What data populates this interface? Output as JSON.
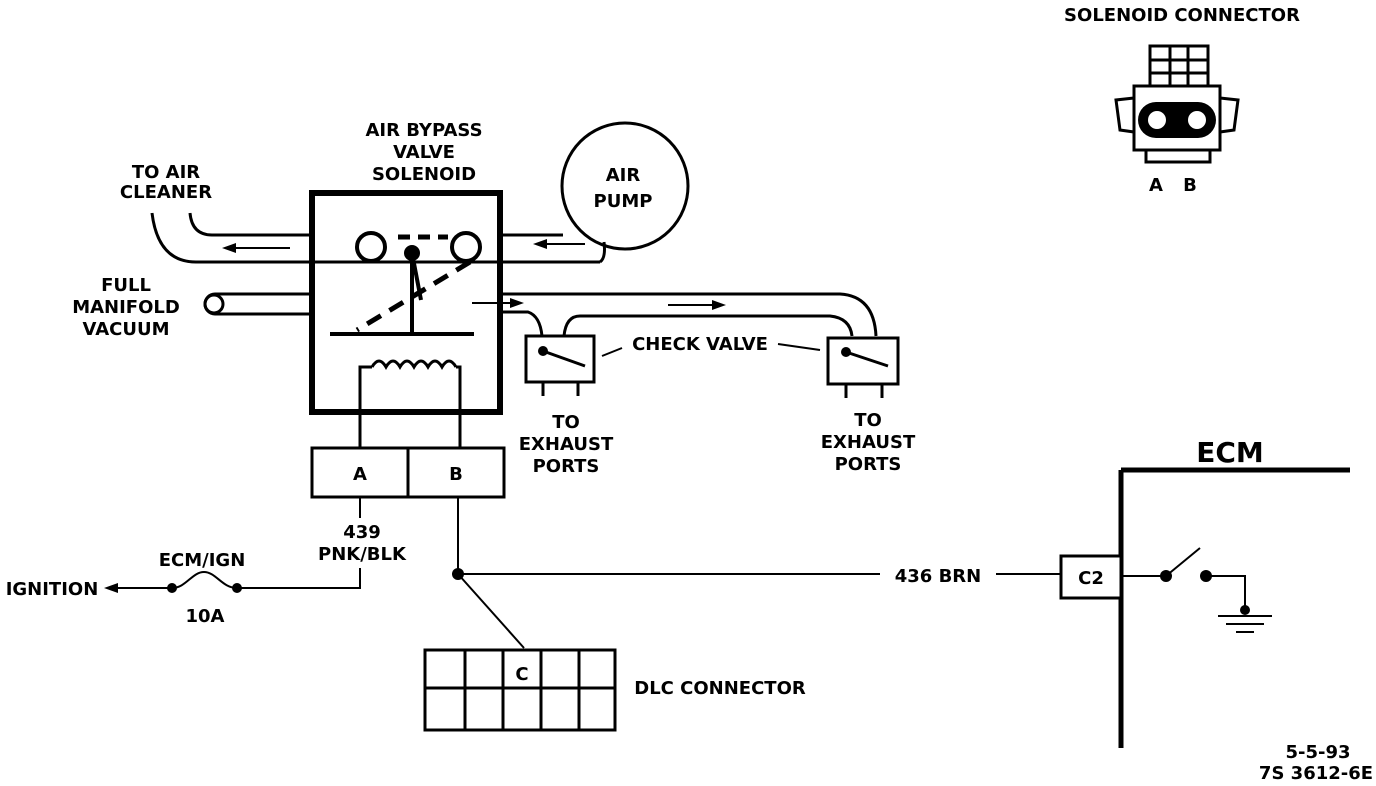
{
  "labels": {
    "solenoid_title": [
      "AIR BYPASS",
      "VALVE",
      "SOLENOID"
    ],
    "to_air_cleaner": [
      "TO AIR",
      "CLEANER"
    ],
    "full_manifold_vacuum": [
      "FULL",
      "MANIFOLD",
      "VACUUM"
    ],
    "air_pump": [
      "AIR",
      "PUMP"
    ],
    "check_valve": "CHECK  VALVE",
    "to_exhaust_ports_left": [
      "TO",
      "EXHAUST",
      "PORTS"
    ],
    "to_exhaust_ports_right": [
      "TO",
      "EXHAUST",
      "PORTS"
    ],
    "terminal_a": "A",
    "terminal_b": "B",
    "wire_439": [
      "439",
      "PNK/BLK"
    ],
    "fuse_name": "ECM/IGN",
    "fuse_rating": "10A",
    "ignition": "IGNITION",
    "wire_436": "436  BRN",
    "dlc_cavity": "C",
    "dlc_connector": "DLC CONNECTOR",
    "ecm": "ECM",
    "ecm_pin": "C2",
    "solenoid_connector_title": "SOLENOID  CONNECTOR",
    "solenoid_connector_pins": [
      "A",
      "B"
    ],
    "footer": [
      "5-5-93",
      "7S 3612-6E"
    ]
  }
}
